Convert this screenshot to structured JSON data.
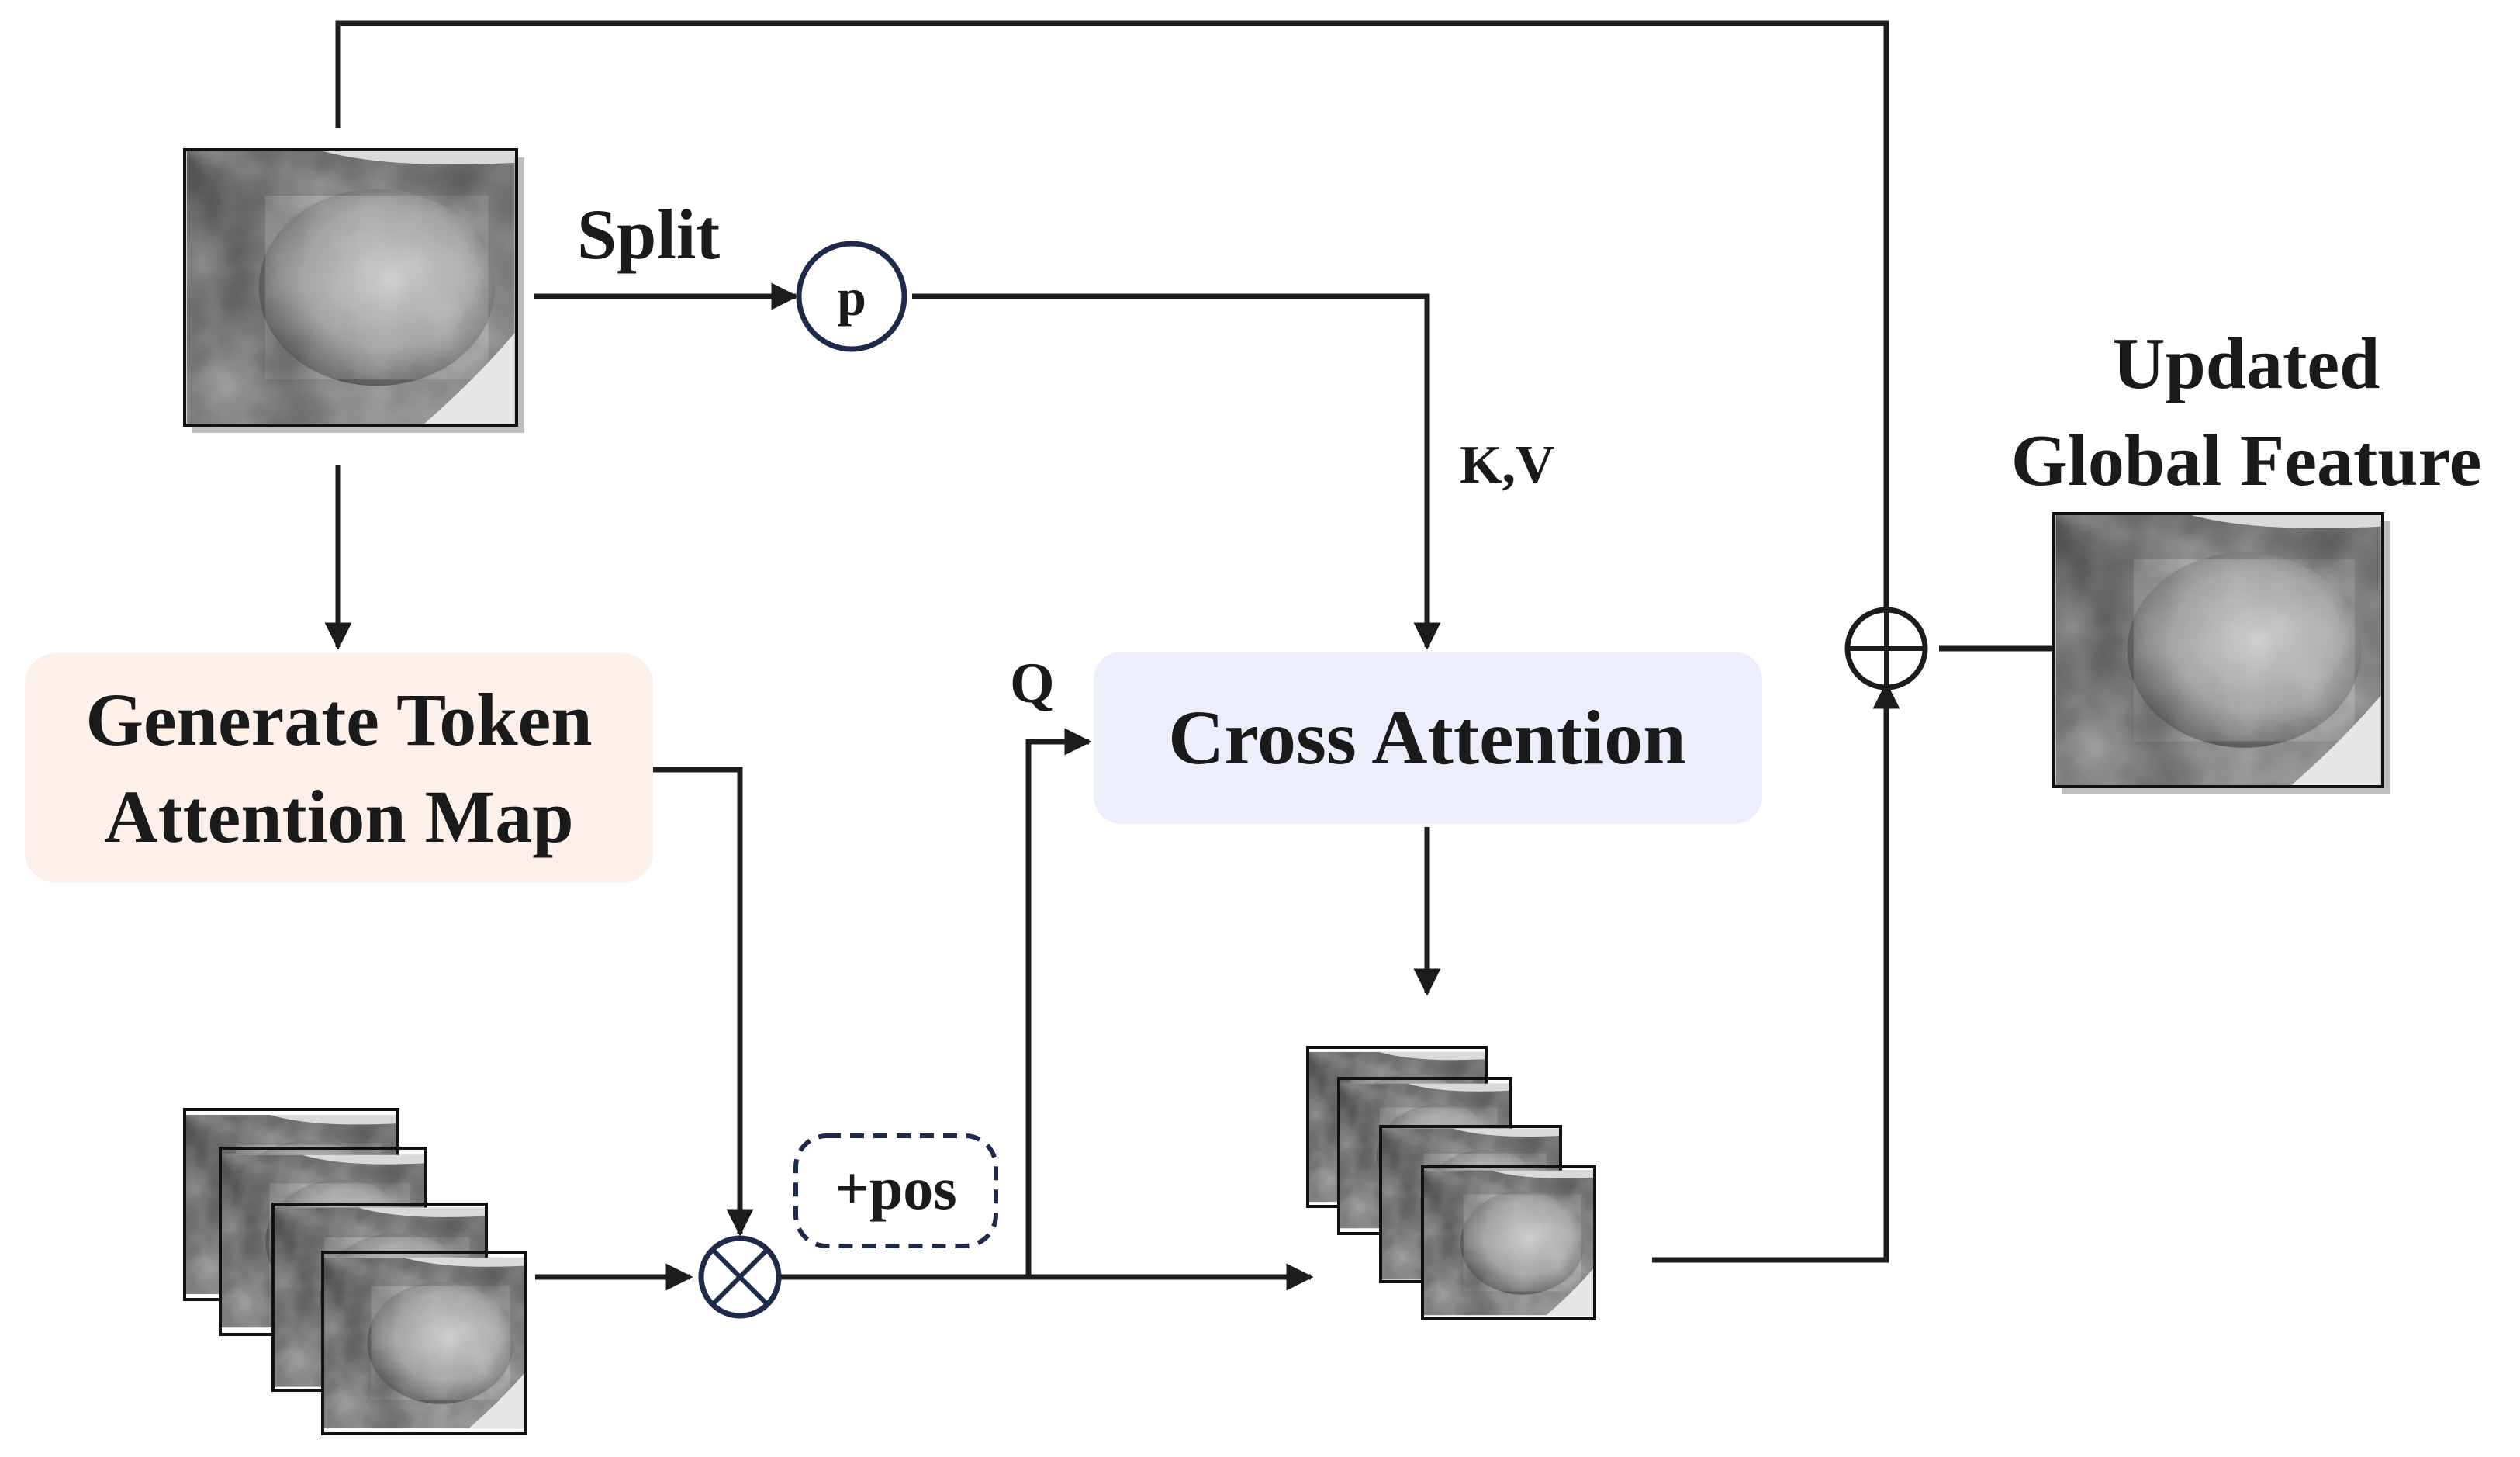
{
  "labels": {
    "split": "Split",
    "p_node": "p",
    "kv": "K,V",
    "q": "Q",
    "pos": "+pos",
    "generate_token_line1": "Generate Token",
    "generate_token_line2": "Attention Map",
    "cross_attention": "Cross Attention",
    "updated_line1": "Updated",
    "updated_line2": "Global Feature"
  },
  "colors": {
    "generate_box_fill": "#fdf0e8",
    "cross_attention_fill": "#eceefc",
    "node_stroke": "#1d2a4a",
    "line": "#1c1c1c"
  },
  "icons": {
    "multiply_node": "circled-times",
    "add_node": "circled-plus",
    "feature_map": "grayscale-food-image"
  }
}
